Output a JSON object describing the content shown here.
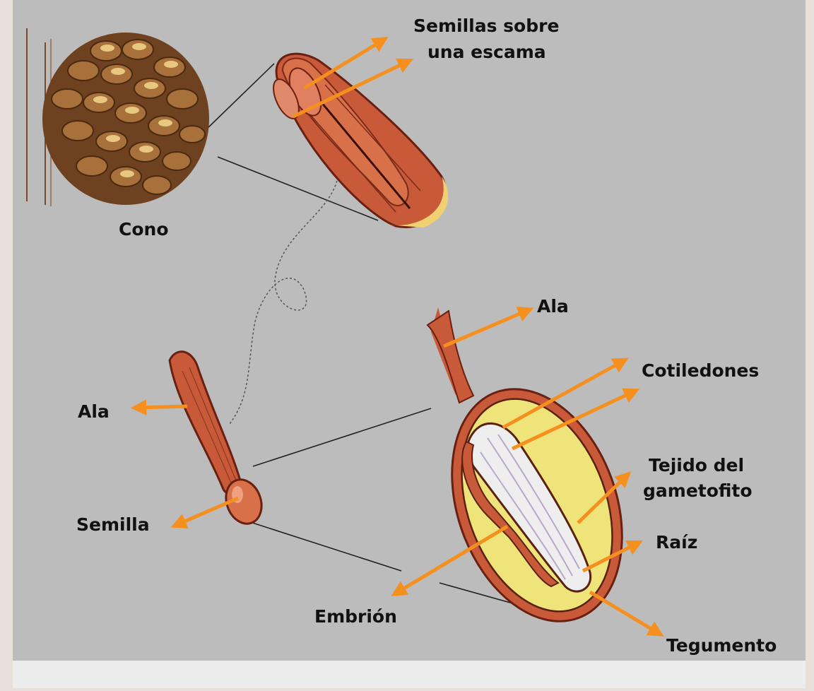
{
  "labels": {
    "semillas_escama_1": "Semillas sobre",
    "semillas_escama_2": "una escama",
    "cono": "Cono",
    "ala_top": "Ala",
    "cotiledones": "Cotiledones",
    "tejido_1": "Tejido del",
    "tejido_2": "gametofito",
    "raiz": "Raíz",
    "tegumento": "Tegumento",
    "embrion": "Embrión",
    "ala_left": "Ala",
    "semilla": "Semilla"
  },
  "colors": {
    "page_bg": "#e6e0d8",
    "panel_bg": "#bcbcbc",
    "footer_bg": "#ececec",
    "arrow": "#f5901e",
    "seed_brown": "#c85a3a",
    "seed_dark": "#7a2a18",
    "endosperm": "#eee47a",
    "cone_brown": "#8a5428",
    "cone_light": "#e8c880"
  },
  "icons": [
    "pine-cone-illustration",
    "seed-scale-illustration",
    "winged-seed-illustration",
    "seed-cross-section-illustration"
  ]
}
